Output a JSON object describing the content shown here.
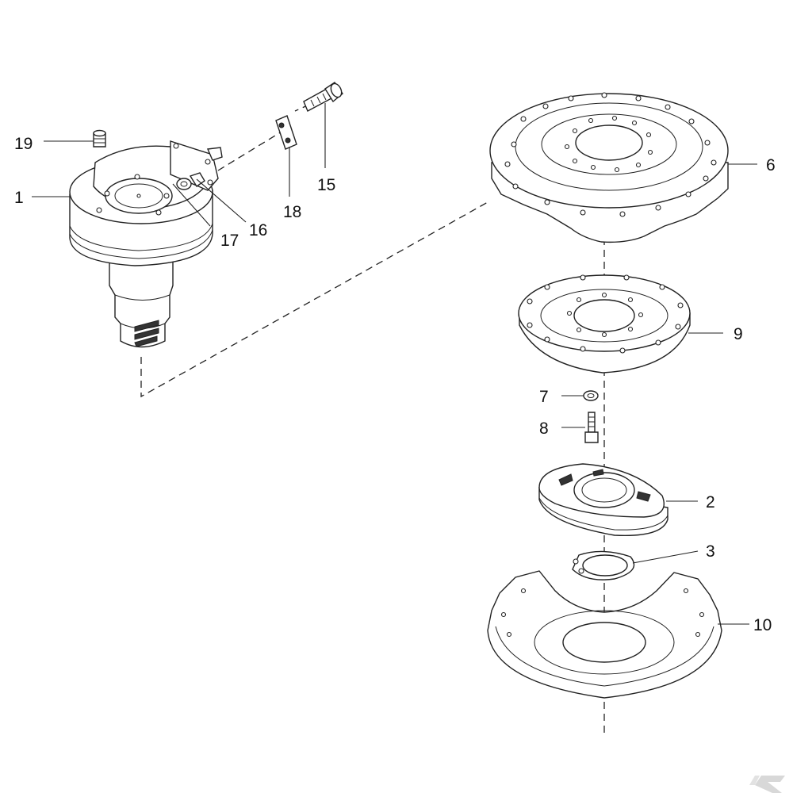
{
  "diagram": {
    "labels": {
      "p1": "1",
      "p2": "2",
      "p3": "3",
      "p6": "6",
      "p7": "7",
      "p8": "8",
      "p9": "9",
      "p10": "10",
      "p15": "15",
      "p16": "16",
      "p17": "17",
      "p18": "18",
      "p19": "19"
    },
    "line_color": "#222222",
    "background": "#ffffff",
    "watermark": "K"
  }
}
